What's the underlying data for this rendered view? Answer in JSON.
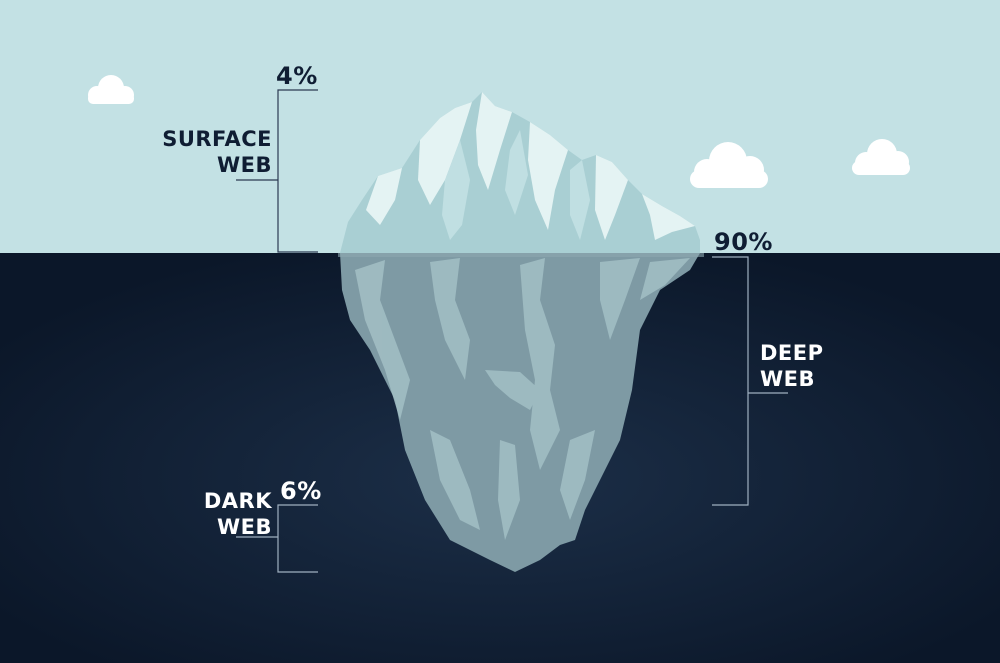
{
  "colors": {
    "sky": "#c3e1e4",
    "ocean": "#0d1a2e",
    "ice_light": "#e4f3f3",
    "ice_mid": "#a9cfd3",
    "ice_under": "#7e9aa4",
    "ice_under_light": "#a3c0c6",
    "label_dark": "#0f1d33",
    "label_light": "#ffffff"
  },
  "labels": {
    "surface": {
      "percent": "4%",
      "line1": "SURFACE",
      "line2": "WEB"
    },
    "deep": {
      "percent": "90%",
      "line1": "DEEP",
      "line2": "WEB"
    },
    "dark": {
      "percent": "6%",
      "line1": "DARK",
      "line2": "WEB"
    }
  },
  "icons": [
    "cloud-icon",
    "iceberg-icon"
  ]
}
